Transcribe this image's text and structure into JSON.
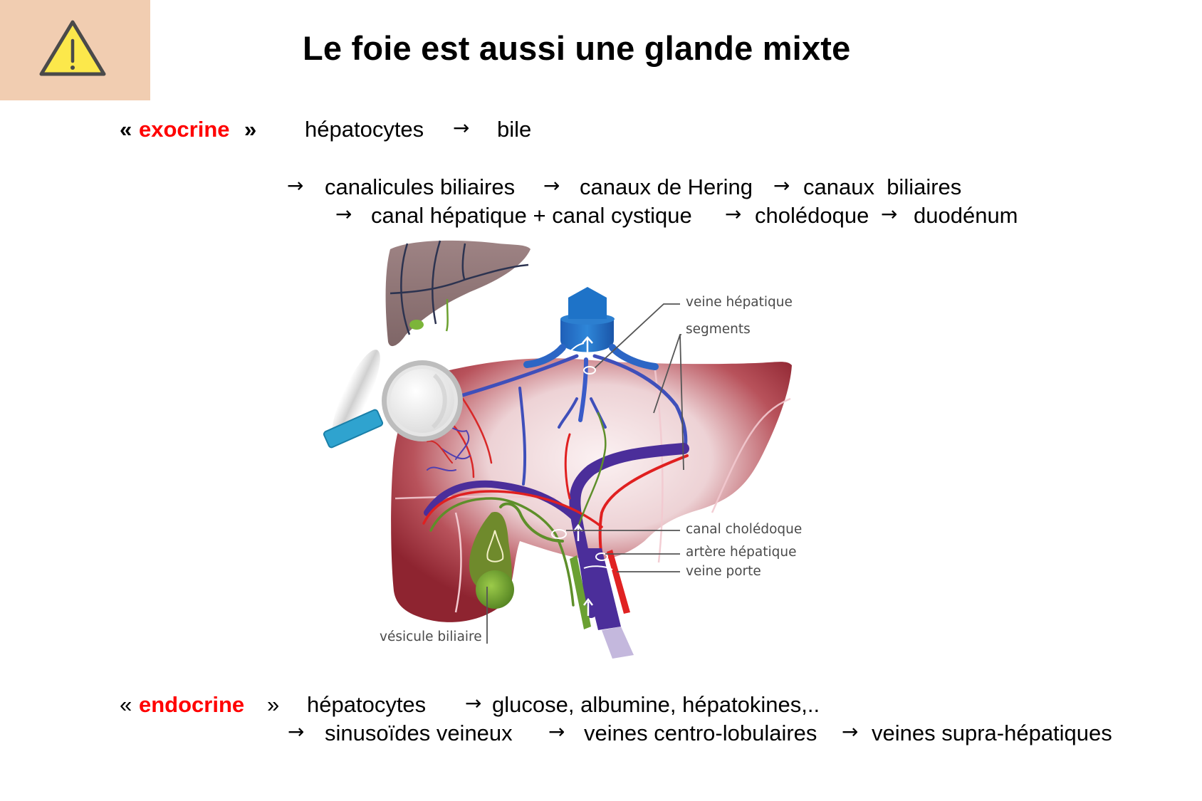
{
  "header": {
    "icon": "warning-triangle-icon",
    "icon_colors": {
      "box": "#F1CDB1",
      "fill": "#FCE84B",
      "stroke": "#4A4A4A"
    },
    "title": "Le foie est aussi une glande mixte"
  },
  "exocrine": {
    "open_quote": "«",
    "term": "exocrine",
    "close_quote": "»",
    "term_color": "#FF0000",
    "line1": {
      "source": "hépatocytes",
      "arrow": "→",
      "product": "bile"
    },
    "line2": {
      "steps": [
        "→",
        "canalicules biliaires",
        "→",
        "canaux de Hering",
        "→",
        "canaux  biliaires"
      ]
    },
    "line3": {
      "steps": [
        "→",
        "canal hépatique + canal cystique",
        "→",
        "cholédoque",
        "→",
        "duodénum"
      ]
    }
  },
  "figure": {
    "labels": {
      "veine_hepatique": "veine hépatique",
      "segments": "segments",
      "canal_choledoque": "canal cholédoque",
      "artere_hepatique": "artère hépatique",
      "veine_porte": "veine porte",
      "vesicule_biliaire": "vésicule biliaire"
    },
    "colors": {
      "liver": "#9B2A33",
      "liver_light": "#F4E1E3",
      "vein_blue": "#1E6FC8",
      "portal_purple": "#4B2E9A",
      "artery_red": "#E02020",
      "bile_green": "#5E8F2A",
      "small_liver": "#8E7576",
      "magnifier_handle": "#2FA3CF"
    }
  },
  "endocrine": {
    "open_quote": "«",
    "term": "endocrine",
    "close_quote": "»",
    "term_color": "#FF0000",
    "line1": {
      "source": "hépatocytes",
      "arrow": "→",
      "products": "glucose, albumine, hépatokines,.."
    },
    "line2": {
      "steps": [
        "→",
        "sinusoïdes veineux",
        "→",
        "veines centro-lobulaires",
        "→",
        "veines supra-hépatiques"
      ]
    }
  }
}
